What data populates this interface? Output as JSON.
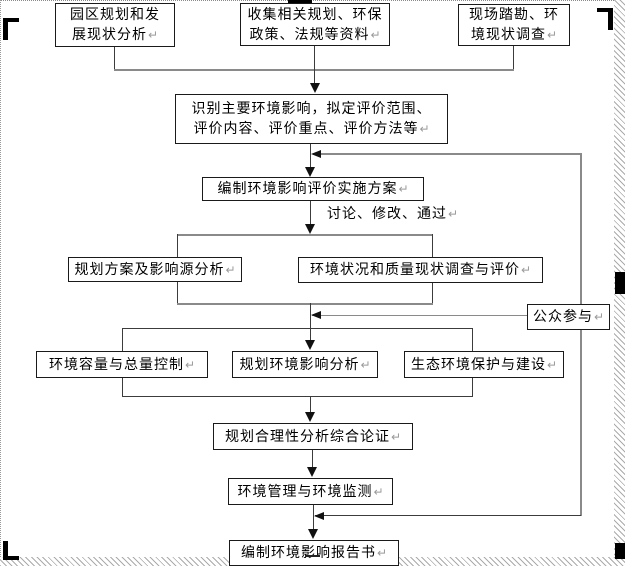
{
  "page": {
    "type": "flowchart",
    "language": "zh-CN",
    "return_mark": "↵",
    "colors": {
      "background": "#ffffff",
      "box_border": "#1a1a1a",
      "line": "#3c3c3c",
      "feedback_line": "#8a8a8a",
      "hatch": "#ababab"
    }
  },
  "boxes": [
    {
      "id": "park-planning",
      "label": "园区规划和发\n展现状分析"
    },
    {
      "id": "collect-materials",
      "label": "收集相关规划、环保\n政策、法规等资料"
    },
    {
      "id": "site-survey",
      "label": "现场踏勘、环\n境现状调查"
    },
    {
      "id": "identify-impacts",
      "label": "识别主要环境影响，拟定评价范围、\n评价内容、评价重点、评价方法等"
    },
    {
      "id": "implementation-plan",
      "label": "编制环境影响评价实施方案"
    },
    {
      "id": "scheme-source-analysis",
      "label": "规划方案及影响源分析"
    },
    {
      "id": "env-status-survey",
      "label": "环境状况和质量现状调查与评价"
    },
    {
      "id": "public-participation",
      "label": "公众参与"
    },
    {
      "id": "capacity-control",
      "label": "环境容量与总量控制"
    },
    {
      "id": "impact-analysis",
      "label": "规划环境影响分析"
    },
    {
      "id": "eco-protection",
      "label": "生态环境保护与建设"
    },
    {
      "id": "rationality-demonstration",
      "label": "规划合理性分析综合论证"
    },
    {
      "id": "management-monitoring",
      "label": "环境管理与环境监测"
    },
    {
      "id": "compile-report",
      "label": "编制环境影响报告书"
    }
  ],
  "annotations": {
    "discuss": "讨论、修改、通过"
  }
}
